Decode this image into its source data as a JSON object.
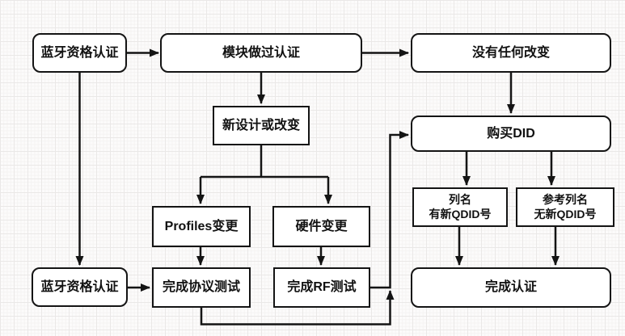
{
  "diagram": {
    "nodes": [
      {
        "id": "bt-cert-top",
        "label": "蓝牙资格认证",
        "shape": "rounded"
      },
      {
        "id": "module-cert",
        "label": "模块做过认证",
        "shape": "rounded"
      },
      {
        "id": "no-change",
        "label": "没有任何改变",
        "shape": "rounded"
      },
      {
        "id": "new-design",
        "label": "新设计或改变",
        "shape": "rect"
      },
      {
        "id": "buy-did",
        "label": "购买DID",
        "shape": "rounded"
      },
      {
        "id": "profiles-chg",
        "label": "Profiles变更",
        "shape": "rect"
      },
      {
        "id": "hardware-chg",
        "label": "硬件变更",
        "shape": "rect"
      },
      {
        "id": "protocol-test",
        "label": "完成协议测试",
        "shape": "rect"
      },
      {
        "id": "rf-test",
        "label": "完成RF测试",
        "shape": "rect"
      },
      {
        "id": "bt-cert-bottom",
        "label": "蓝牙资格认证",
        "shape": "rounded"
      },
      {
        "id": "listed",
        "label": "列名\n有新QDID号",
        "shape": "rect"
      },
      {
        "id": "ref-listed",
        "label": "参考列名\n无新QDID号",
        "shape": "rect"
      },
      {
        "id": "complete-cert",
        "label": "完成认证",
        "shape": "rounded"
      }
    ],
    "edges": [
      {
        "from": "bt-cert-top",
        "to": "module-cert"
      },
      {
        "from": "module-cert",
        "to": "no-change"
      },
      {
        "from": "module-cert",
        "to": "new-design"
      },
      {
        "from": "no-change",
        "to": "buy-did"
      },
      {
        "from": "new-design",
        "to": "profiles-chg"
      },
      {
        "from": "new-design",
        "to": "hardware-chg"
      },
      {
        "from": "profiles-chg",
        "to": "protocol-test"
      },
      {
        "from": "hardware-chg",
        "to": "rf-test"
      },
      {
        "from": "bt-cert-top",
        "to": "bt-cert-bottom"
      },
      {
        "from": "bt-cert-bottom",
        "to": "protocol-test"
      },
      {
        "from": "rf-test",
        "to": "buy-did"
      },
      {
        "from": "protocol-test",
        "to": "buy-did"
      },
      {
        "from": "buy-did",
        "to": "listed"
      },
      {
        "from": "buy-did",
        "to": "ref-listed"
      },
      {
        "from": "listed",
        "to": "complete-cert"
      },
      {
        "from": "ref-listed",
        "to": "complete-cert"
      }
    ],
    "colors": {
      "line": "#141414",
      "box_fill": "#ffffff",
      "box_border": "#141414",
      "text": "#111111",
      "background": "#fcfbfb",
      "grid_major": "#eae8e7",
      "grid_minor": "#f5f3f2"
    }
  }
}
